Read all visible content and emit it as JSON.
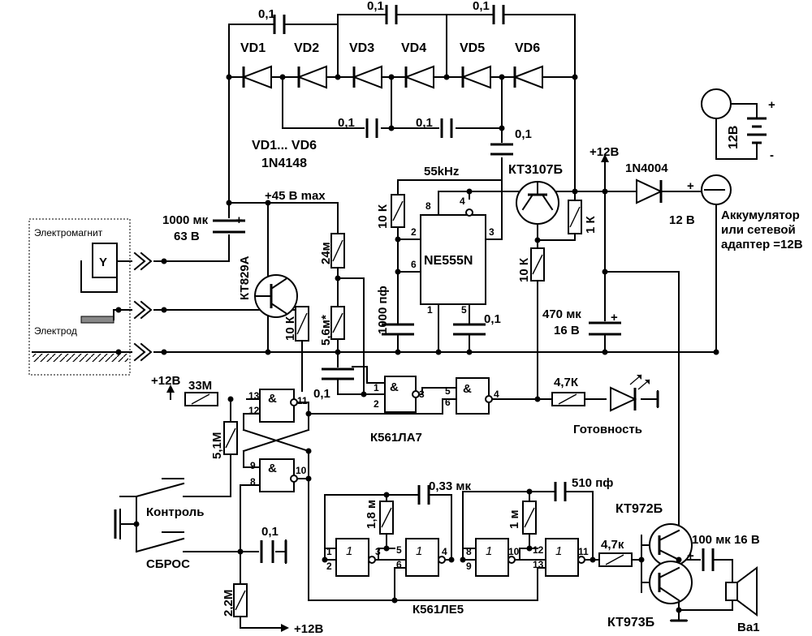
{
  "labels": {
    "cap_top1": "0,1",
    "cap_top2": "0,1",
    "cap_top3": "0,1",
    "vd1": "VD1",
    "vd2": "VD2",
    "vd3": "VD3",
    "vd4": "VD4",
    "vd5": "VD5",
    "vd6": "VD6",
    "cap_mid1": "0,1",
    "cap_mid2": "0,1",
    "cap_mid3": "0,1",
    "vd_range": "VD1... VD6",
    "vd_type": "1N4148",
    "freq": "55kHz",
    "kt3107": "КТ3107Б",
    "v45": "+45 В max",
    "v12top": "+12В",
    "d1n4004": "1N4004",
    "plus": "+",
    "minus": "-",
    "jack_v": "12 В",
    "source1": "Аккумулятор",
    "source2": "или сетевой",
    "source3": "адаптер =12В",
    "bat_v": "12В",
    "cap1000": "1000 мк",
    "cap1000_v": "63 В",
    "electromagnet": "Электромагнит",
    "y_symbol": "Y",
    "electrode": "Электрод",
    "kt829": "КТ829А",
    "r24m": "24м",
    "r56m": "5,6м*",
    "r10k": "10 К",
    "c1000pf": "1000 пф",
    "r1k": "1 К",
    "ne555": "NE555N",
    "cap_01": "0,1",
    "cap470": "470 мк",
    "cap470_v": "16 В",
    "v12left": "+12В",
    "r33m": "33М",
    "r51m": "5,1М",
    "amp": "&",
    "k561la7": "К561ЛА7",
    "r47k": "4,7К",
    "ready": "Готовность",
    "control": "Контроль",
    "reset": "СБРОС",
    "r22m": "2,2М",
    "v12bottom": "+12В",
    "cap033": "0,33 мк",
    "cap510": "510 пф",
    "r18m": "1,8 м",
    "r1m": "1 м",
    "one": "1",
    "k561le5": "К561ЛЕ5",
    "r47k_small": "4,7к",
    "kt972": "КТ972Б",
    "cap100": "100 мк 16 В",
    "kt973": "КТ973Б",
    "speaker": "Ba1"
  },
  "pins": {
    "p1": "1",
    "p2": "2",
    "p3": "3",
    "p4": "4",
    "p5": "5",
    "p6": "6",
    "p8": "8",
    "p9": "9",
    "p10": "10",
    "p11": "11",
    "p12": "12",
    "p13": "13"
  }
}
